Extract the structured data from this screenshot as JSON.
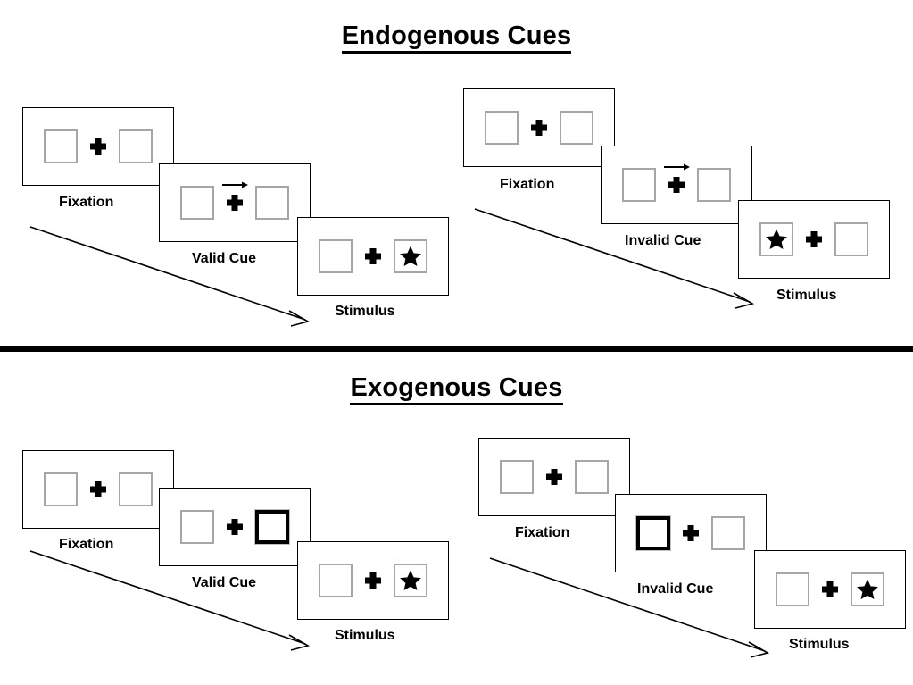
{
  "figure": {
    "title_endogenous": "Endogenous Cues",
    "title_exogenous": "Exogenous Cues",
    "colors": {
      "ink": "#000000",
      "box_border": "#a6a6a6",
      "cued_box_border": "#000000",
      "background": "#ffffff"
    }
  },
  "sections": [
    {
      "id": "endogenous",
      "title": "Endogenous Cues",
      "sequences": [
        {
          "id": "endogenous-valid",
          "panels": [
            {
              "caption": "Fixation",
              "left_box": "empty",
              "right_box": "empty",
              "cue": "none",
              "target": "none"
            },
            {
              "caption": "Valid Cue",
              "left_box": "empty",
              "right_box": "empty",
              "cue": "arrow-right",
              "target": "none"
            },
            {
              "caption": "Stimulus",
              "left_box": "empty",
              "right_box": "star",
              "cue": "none",
              "target": "right"
            }
          ]
        },
        {
          "id": "endogenous-invalid",
          "panels": [
            {
              "caption": "Fixation",
              "left_box": "empty",
              "right_box": "empty",
              "cue": "none",
              "target": "none"
            },
            {
              "caption": "Invalid Cue",
              "left_box": "empty",
              "right_box": "empty",
              "cue": "arrow-right",
              "target": "none"
            },
            {
              "caption": "Stimulus",
              "left_box": "star",
              "right_box": "empty",
              "cue": "none",
              "target": "left"
            }
          ]
        }
      ]
    },
    {
      "id": "exogenous",
      "title": "Exogenous Cues",
      "sequences": [
        {
          "id": "exogenous-valid",
          "panels": [
            {
              "caption": "Fixation",
              "left_box": "empty",
              "right_box": "empty",
              "cue": "none",
              "target": "none"
            },
            {
              "caption": "Valid Cue",
              "left_box": "empty",
              "right_box": "cued",
              "cue": "box-flash-right",
              "target": "none"
            },
            {
              "caption": "Stimulus",
              "left_box": "empty",
              "right_box": "star",
              "cue": "none",
              "target": "right"
            }
          ]
        },
        {
          "id": "exogenous-invalid",
          "panels": [
            {
              "caption": "Fixation",
              "left_box": "empty",
              "right_box": "empty",
              "cue": "none",
              "target": "none"
            },
            {
              "caption": "Invalid Cue",
              "left_box": "cued",
              "right_box": "empty",
              "cue": "box-flash-left",
              "target": "none"
            },
            {
              "caption": "Stimulus",
              "left_box": "empty",
              "right_box": "star",
              "cue": "none",
              "target": "right"
            }
          ]
        }
      ]
    }
  ],
  "icons": {
    "fixation_cross": "plus-icon",
    "target_star": "star-icon",
    "cue_arrow": "arrow-right-icon",
    "flow_arrow": "arrow-diagonal-down-right-icon"
  }
}
